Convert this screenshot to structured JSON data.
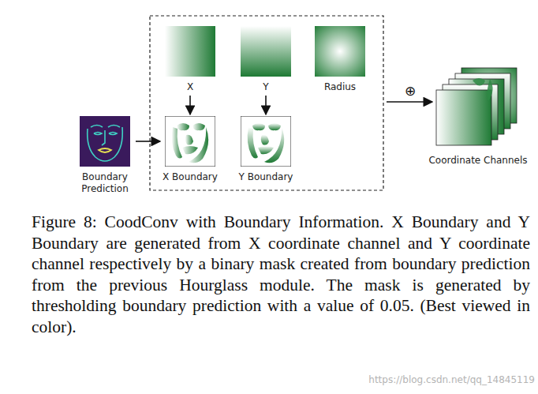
{
  "diagram": {
    "caption": "Figure 8: CoodConv with Boundary Information. X Boundary and Y Boundary are generated from X coordinate channel and Y coordinate channel respectively by a binary mask created from boundary prediction from the previous Hourglass module. The mask is generated by thresholding boundary prediction with a value of 0.05. (Best viewed in color).",
    "nodes": [
      {
        "text": [
          "Boundary Prediction"
        ]
      },
      {
        "text": [
          "X"
        ]
      },
      {
        "text": [
          "Y"
        ]
      },
      {
        "text": [
          "Radius"
        ]
      },
      {
        "text": [
          "X Boundary"
        ]
      },
      {
        "text": [
          "Y Boundary"
        ]
      },
      {
        "text": [
          "Coordinate Channels"
        ]
      }
    ],
    "edges": [
      {
        "from": 1,
        "to": 4,
        "arrow": "to"
      },
      {
        "from": 2,
        "to": 5,
        "arrow": "to"
      },
      {
        "from": 0,
        "to": 4,
        "arrow": "to"
      }
    ],
    "labels": [
      "⊕",
      "https://blog.csdn.net/qq_14845119"
    ]
  }
}
